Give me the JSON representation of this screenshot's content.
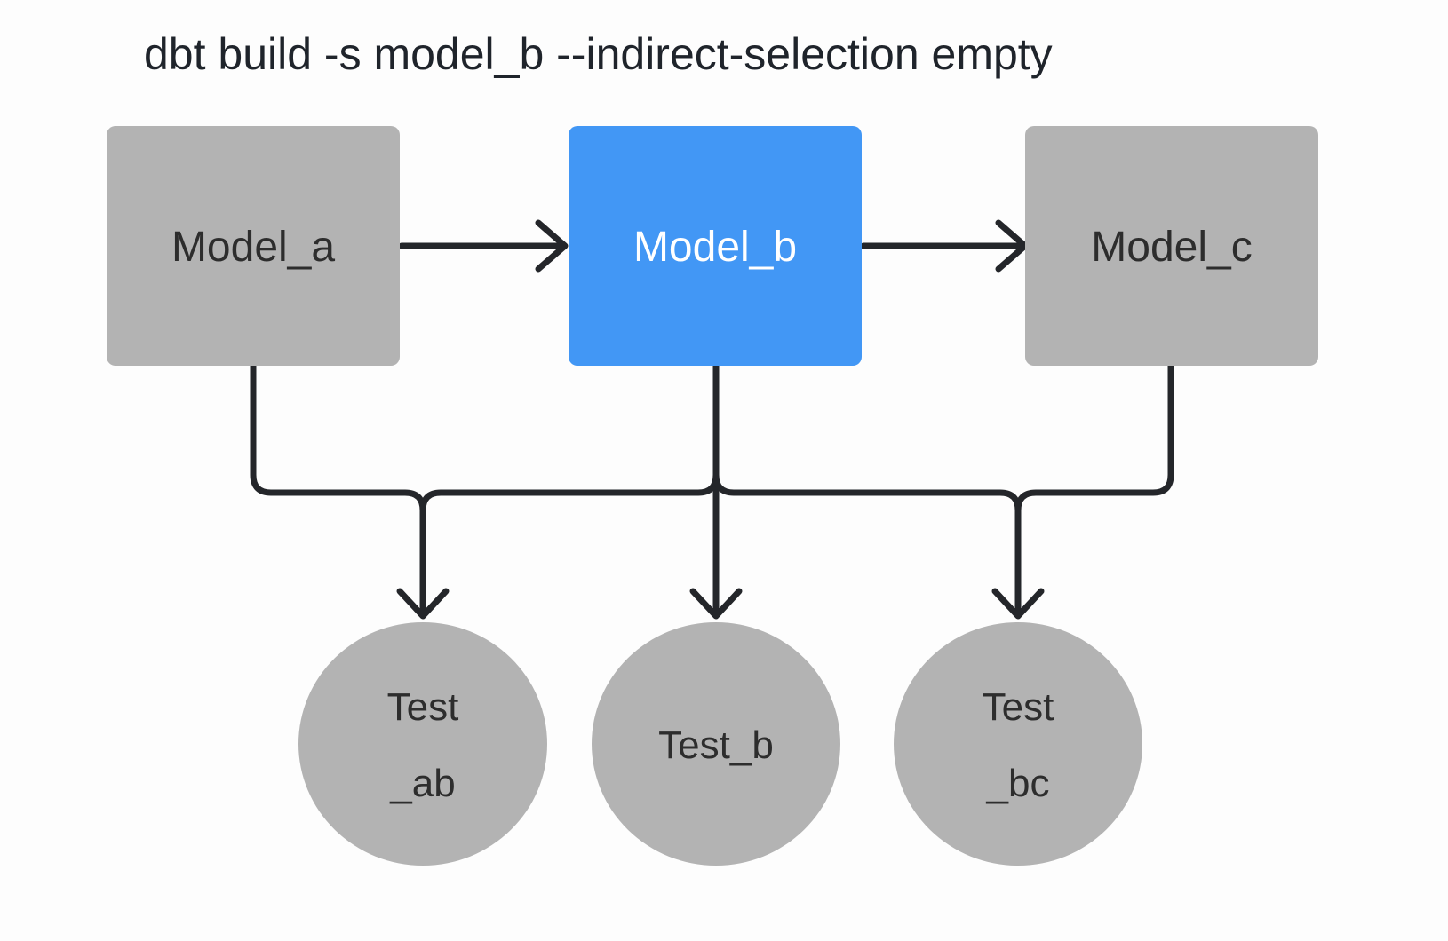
{
  "title": "dbt build -s model_b --indirect-selection empty",
  "colors": {
    "background": "#fdfdfd",
    "node_gray": "#b3b3b3",
    "node_selected_blue": "#4297f5",
    "edge_dark": "#24262a",
    "label_dark": "#2d2d2d",
    "label_light": "#ffffff"
  },
  "nodes": {
    "model_a": {
      "label": "Model_a",
      "type": "model",
      "selected": false
    },
    "model_b": {
      "label": "Model_b",
      "type": "model",
      "selected": true
    },
    "model_c": {
      "label": "Model_c",
      "type": "model",
      "selected": false
    },
    "test_ab": {
      "label_line1": "Test",
      "label_line2": "_ab",
      "type": "test"
    },
    "test_b": {
      "label": "Test_b",
      "type": "test"
    },
    "test_bc": {
      "label_line1": "Test",
      "label_line2": "_bc",
      "type": "test"
    }
  },
  "edges": [
    {
      "from": "model_a",
      "to": "model_b"
    },
    {
      "from": "model_b",
      "to": "model_c"
    },
    {
      "from": "model_a",
      "to": "test_ab"
    },
    {
      "from": "model_b",
      "to": "test_ab"
    },
    {
      "from": "model_b",
      "to": "test_b"
    },
    {
      "from": "model_b",
      "to": "test_bc"
    },
    {
      "from": "model_c",
      "to": "test_bc"
    }
  ]
}
